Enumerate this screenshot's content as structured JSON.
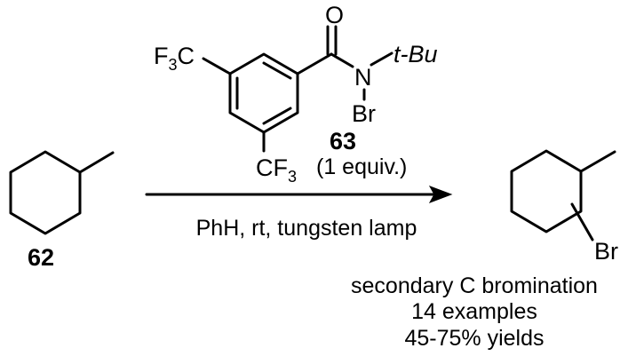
{
  "reactant": {
    "compound_number": "62"
  },
  "reagent": {
    "compound_number": "63",
    "cf3_top": {
      "main": "F",
      "sub": "3",
      "tail": "C"
    },
    "cf3_bottom": {
      "main": "CF",
      "sub": "3"
    },
    "oxygen": "O",
    "nitrogen": "N",
    "bromine": "Br",
    "tbu": "t-Bu",
    "equiv": "(1 equiv.)"
  },
  "conditions": {
    "text": "PhH, rt, tungsten lamp"
  },
  "product": {
    "bromine": "Br",
    "notes": [
      "secondary C bromination",
      "14 examples",
      "45-75% yields"
    ]
  }
}
